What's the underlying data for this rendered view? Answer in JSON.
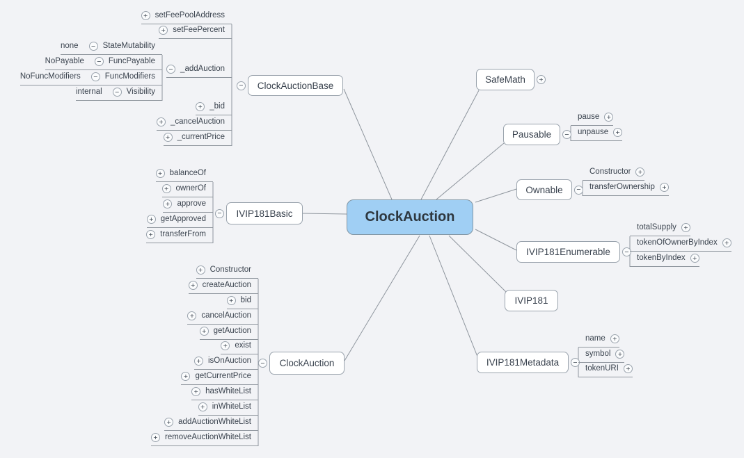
{
  "glyphs": {
    "plus": "+",
    "minus": "−"
  },
  "root": {
    "label": "ClockAuction"
  },
  "branches": {
    "clockAuctionBase": {
      "label": "ClockAuctionBase",
      "children": [
        {
          "label": "setFeePoolAddress"
        },
        {
          "label": "setFeePercent"
        },
        {
          "label": "_addAuction",
          "children": [
            {
              "label": "StateMutability",
              "children": [
                {
                  "label": "none"
                }
              ]
            },
            {
              "label": "FuncPayable",
              "children": [
                {
                  "label": "NoPayable"
                }
              ]
            },
            {
              "label": "FuncModifiers",
              "children": [
                {
                  "label": "NoFuncModifiers"
                }
              ]
            },
            {
              "label": "Visibility",
              "children": [
                {
                  "label": "internal"
                }
              ]
            }
          ]
        },
        {
          "label": "_bid"
        },
        {
          "label": "_cancelAuction"
        },
        {
          "label": "_currentPrice"
        }
      ]
    },
    "ivip181Basic": {
      "label": "IVIP181Basic",
      "children": [
        {
          "label": "balanceOf"
        },
        {
          "label": "ownerOf"
        },
        {
          "label": "approve"
        },
        {
          "label": "getApproved"
        },
        {
          "label": "transferFrom"
        }
      ]
    },
    "clockAuction": {
      "label": "ClockAuction",
      "children": [
        {
          "label": "Constructor"
        },
        {
          "label": "createAuction"
        },
        {
          "label": "bid"
        },
        {
          "label": "cancelAuction"
        },
        {
          "label": "getAuction"
        },
        {
          "label": "exist"
        },
        {
          "label": "isOnAuction"
        },
        {
          "label": "getCurrentPrice"
        },
        {
          "label": "hasWhiteList"
        },
        {
          "label": "inWhiteList"
        },
        {
          "label": "addAuctionWhiteList"
        },
        {
          "label": "removeAuctionWhiteList"
        }
      ]
    },
    "safeMath": {
      "label": "SafeMath"
    },
    "pausable": {
      "label": "Pausable",
      "children": [
        {
          "label": "pause"
        },
        {
          "label": "unpause"
        }
      ]
    },
    "ownable": {
      "label": "Ownable",
      "children": [
        {
          "label": "Constructor"
        },
        {
          "label": "transferOwnership"
        }
      ]
    },
    "ivip181Enumerable": {
      "label": "IVIP181Enumerable",
      "children": [
        {
          "label": "totalSupply"
        },
        {
          "label": "tokenOfOwnerByIndex"
        },
        {
          "label": "tokenByIndex"
        }
      ]
    },
    "ivip181": {
      "label": "IVIP181"
    },
    "ivip181Metadata": {
      "label": "IVIP181Metadata",
      "children": [
        {
          "label": "name"
        },
        {
          "label": "symbol"
        },
        {
          "label": "tokenURI"
        }
      ]
    }
  },
  "colors": {
    "canvas_bg": "#f2f3f6",
    "center_fill": "#a0cff4",
    "center_border": "#8195a3",
    "node_fill": "#ffffff",
    "node_border": "#99a2ac",
    "connector": "#8e959d",
    "text": "#3a434e"
  }
}
